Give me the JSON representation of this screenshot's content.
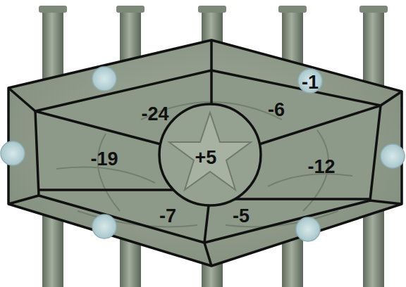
{
  "diagram": {
    "nodes": [
      {
        "text": [
          "-1"
        ]
      },
      {
        "text": [
          "-24"
        ]
      },
      {
        "text": [
          "-6"
        ]
      },
      {
        "text": [
          "-19"
        ]
      },
      {
        "text": [
          "+5"
        ]
      },
      {
        "text": [
          "-12"
        ]
      },
      {
        "text": [
          "-7"
        ]
      },
      {
        "text": [
          "-5"
        ]
      }
    ]
  }
}
